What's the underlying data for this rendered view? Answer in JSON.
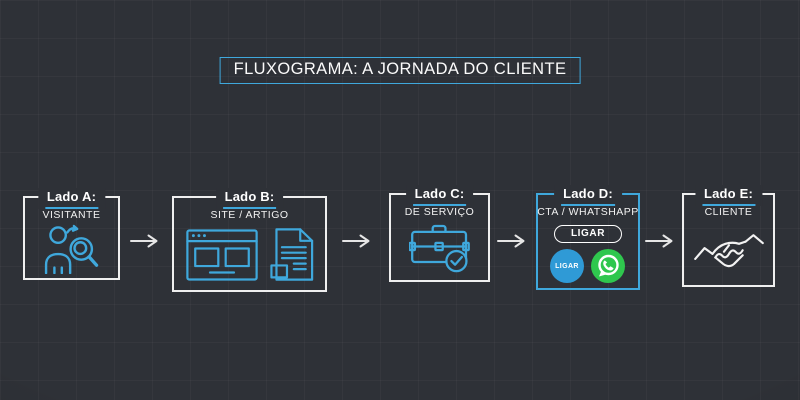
{
  "page": {
    "title": "FLUXOGRAMA: A JORNADA DO CLIENTE"
  },
  "colors": {
    "background": "#2e3137",
    "accent_cyan": "#3fa8dc",
    "box_border_white": "#efefef",
    "arrow_white": "#e6e6e6",
    "call_badge_blue": "#2f9ad6",
    "whatsapp_green": "#2fc74e",
    "text": "#ffffff"
  },
  "steps": [
    {
      "label": "Lado A:",
      "subtitle": "VISITANTE",
      "icon": "visitor-search-icon",
      "highlighted": false
    },
    {
      "label": "Lado B:",
      "subtitle": "SITE / ARTIGO",
      "icon": "browser-and-document-icon",
      "highlighted": false
    },
    {
      "label": "Lado C:",
      "subtitle": "DE SERVIÇO",
      "icon": "briefcase-check-icon",
      "highlighted": false
    },
    {
      "label": "Lado D:",
      "subtitle": "CTA / WHATSHAPP",
      "icon": "cta-buttons",
      "highlighted": true,
      "cta_button_label": "LIGAR",
      "call_badge_label": "LIGAR",
      "badge_icons": [
        "call-badge",
        "whatsapp-icon"
      ]
    },
    {
      "label": "Lado E:",
      "subtitle": "CLIENTE",
      "icon": "handshake-icon",
      "highlighted": false
    }
  ],
  "connectors": {
    "icon": "right-arrow-icon",
    "count": 4
  }
}
